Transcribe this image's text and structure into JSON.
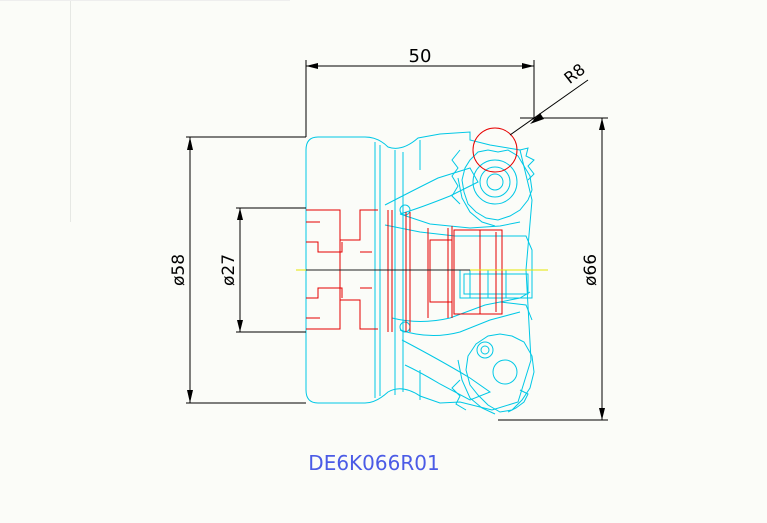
{
  "drawing": {
    "part_code": "DE6K066R01",
    "dimensions": {
      "overall_length": "50",
      "corner_radius": "R8",
      "body_diameter": "ø58",
      "bore_diameter": "ø27",
      "cutting_diameter": "ø66"
    },
    "colors": {
      "background": "#fbfcf8",
      "dimension_lines": "#000000",
      "body_outline": "#00c8e6",
      "section_lines": "#e60000",
      "centerline": "#e6e600",
      "title_text": "#4b5be6"
    }
  }
}
